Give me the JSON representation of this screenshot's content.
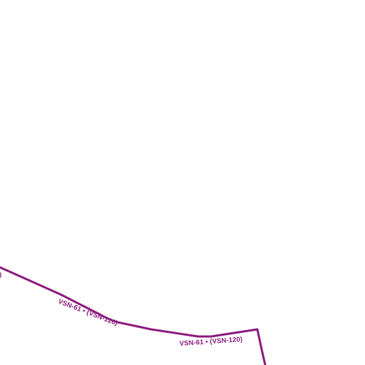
{
  "map": {
    "background_color": "#ffffff",
    "boundary_color": "#8b1a7e",
    "boundary": {
      "type": "airway-boundary"
    },
    "labels": [
      {
        "id": "label-1",
        "text": "VSN-61 • (VSN-120)"
      },
      {
        "id": "label-2",
        "text": "VSN-61 • (VSN-120)"
      }
    ],
    "edge_fragment": {
      "text": ")"
    }
  }
}
